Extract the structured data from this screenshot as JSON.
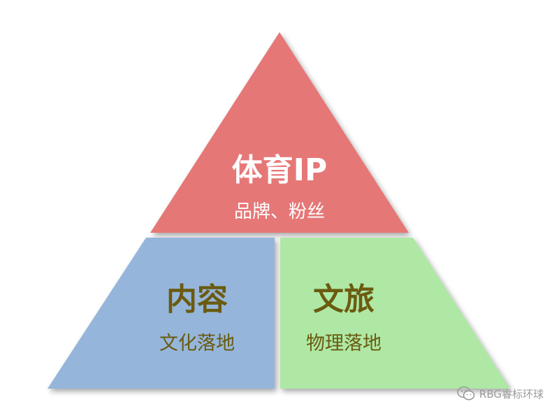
{
  "pyramid": {
    "top": {
      "title": "体育IP",
      "subtitle": "品牌、粉丝",
      "color": "#e67777",
      "text_color": "#ffffff"
    },
    "bottom_left": {
      "title": "内容",
      "subtitle": "文化落地",
      "color": "#95b6da",
      "title_color": "#6b5a10",
      "subtitle_color": "#6b5a10"
    },
    "bottom_right": {
      "title": "文旅",
      "subtitle": "物理落地",
      "color": "#aee8a4",
      "title_color": "#6b5a10",
      "subtitle_color": "#6b5a10"
    }
  },
  "watermark": {
    "text": "RBG睿标环球",
    "icon": "wechat-icon",
    "color": "#9a9a9a"
  }
}
